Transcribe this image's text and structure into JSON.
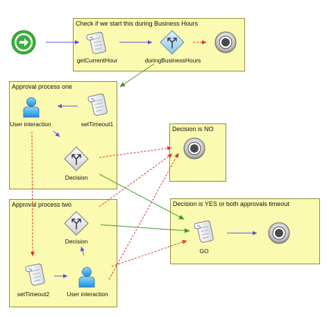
{
  "colors": {
    "lane_fill": "#fafab0",
    "lane_border": "#8c8c3c",
    "sequence_flow": "#5555dd",
    "conditional_flow": "#dd3333",
    "transition_flow": "#3a9a2a",
    "start_event": "#3cae3c"
  },
  "lanes": {
    "business_hours": "Check if we start this during Business Hours",
    "approval_one": "Approval process one",
    "decision_no": "Decision is NO",
    "decision_yes": "Decision is YES or both approvals timeout",
    "approval_two": "Approval process two"
  },
  "nodes": {
    "get_current_hour": "getCurrentHour",
    "during_business_hours": "duringBusinessHours",
    "user_interaction_1": "User interaction",
    "set_timeout_1": "setTimeout1",
    "decision_1": "Decision",
    "decision_2": "Decision",
    "set_timeout_2": "setTimeout2",
    "user_interaction_2": "User interaction",
    "go": "GO"
  },
  "icons": {
    "start": "start-event-arrow-icon",
    "script": "script-scroll-icon",
    "decision": "decision-diamond-icon",
    "user": "user-person-icon",
    "end": "end-event-icon"
  }
}
